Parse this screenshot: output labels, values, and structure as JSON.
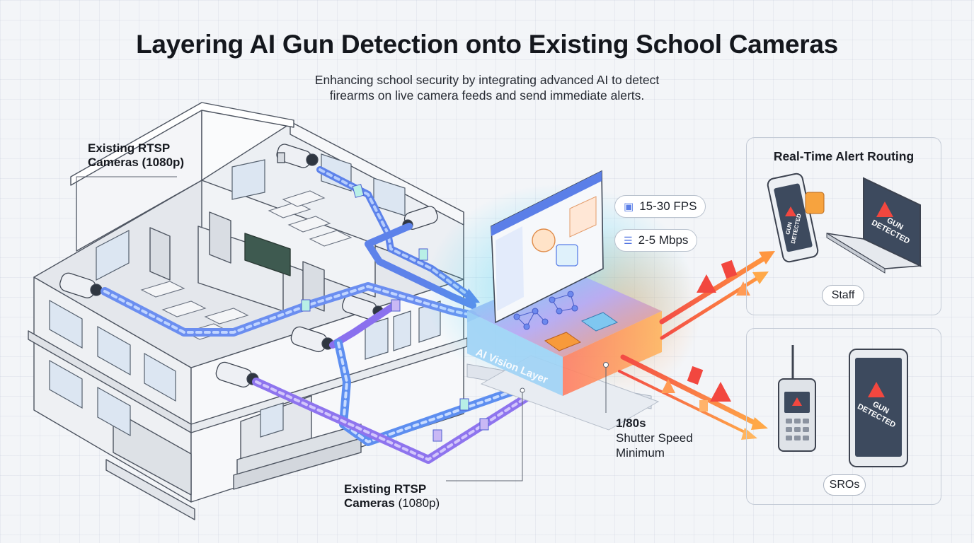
{
  "header": {
    "title": "Layering AI Gun Detection onto Existing School Cameras",
    "subtitle_line1": "Enhancing school security by integrating advanced AI to detect",
    "subtitle_line2": "firearms on live camera feeds and send immediate alerts."
  },
  "callouts": {
    "top_label_line1": "Existing RTSP",
    "top_label_line2": "Cameras (1080p)",
    "bottom_label_line1": "Existing RTSP",
    "bottom_label_line2_bold": "Cameras",
    "bottom_label_line2_rest": " (1080p)"
  },
  "ai_layer": {
    "label": "AI Vision Layer",
    "fps": "15-30 FPS",
    "bandwidth": "2-5 Mbps",
    "shutter_value": "1/80s",
    "shutter_line2": "Shutter Speed",
    "shutter_line3": "Minimum"
  },
  "alerts": {
    "panel_title": "Real-Time Alert Routing",
    "phone_screen_line1": "GUN",
    "phone_screen_line2": "DETECTED",
    "laptop_screen_line1": "GUN",
    "laptop_screen_line2": "DETECTED",
    "staff_label": "Staff",
    "tablet_screen_line1": "GUN",
    "tablet_screen_line2": "DETECTED",
    "sros_label": "SROs"
  },
  "colors": {
    "blue_path": "#6e95f2",
    "purple_path": "#9a7ff0",
    "alert_red": "#f2543f",
    "alert_orange": "#f79a3b",
    "glow_cyan": "#3fd3f5",
    "device_screen": "#3d4a5e"
  }
}
